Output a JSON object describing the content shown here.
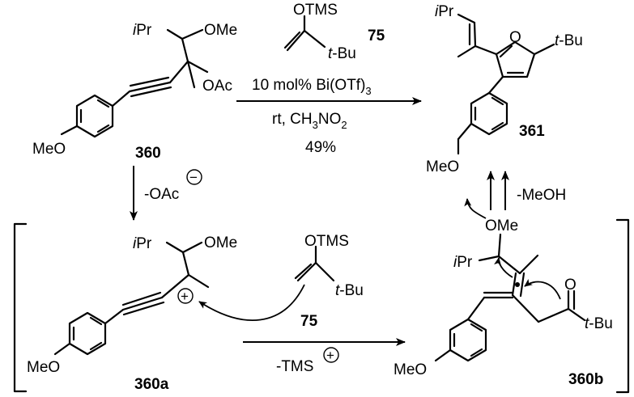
{
  "compounds": {
    "c360": "360",
    "c361": "361",
    "c360a": "360a",
    "c360b": "360b",
    "c75_top": "75",
    "c75_mid": "75"
  },
  "groups": {
    "ipr_i": "i",
    "ipr_pr": "Pr",
    "t_prefix": "t",
    "bu": "-Bu",
    "ome": "OMe",
    "meo": "MeO",
    "oac": "OAc",
    "otms": "OTMS",
    "ring_o": "O",
    "ketone_o": "O"
  },
  "conditions": {
    "catalyst_pre": "10 mol% Bi(OTf)",
    "catalyst_sub": "3",
    "solvent_pre": "rt, CH",
    "solvent_sub1": "3",
    "solvent_mid": "NO",
    "solvent_sub2": "2",
    "yield": "49%"
  },
  "steps": {
    "loss_oac": "-OAc",
    "loss_tms": "-TMS",
    "loss_meoh": "-MeOH",
    "minus_sign": "−",
    "plus_sign": "+"
  }
}
